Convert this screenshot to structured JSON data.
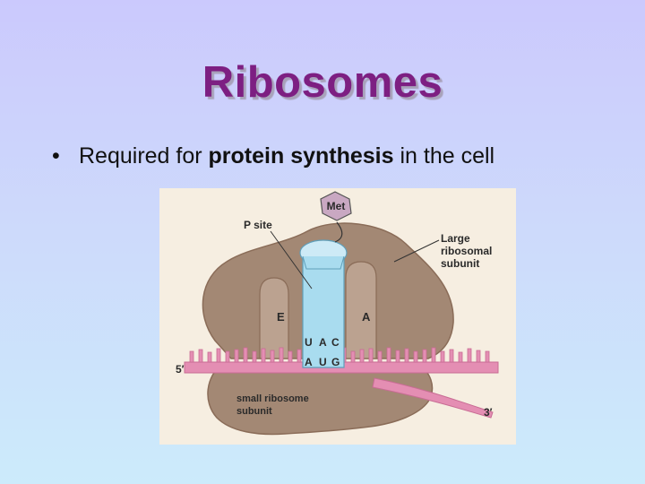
{
  "slide": {
    "title": "Ribosomes",
    "bullet": {
      "marker": "•",
      "text_before": "Required for ",
      "text_bold": "protein synthesis",
      "text_after": " in the cell"
    }
  },
  "diagram": {
    "amino_acid": "Met",
    "labels": {
      "p_site": "P site",
      "large_subunit_1": "Large",
      "large_subunit_2": "ribosomal",
      "large_subunit_3": "subunit",
      "e_site": "E",
      "a_site": "A",
      "five_prime": "5′",
      "three_prime": "3′",
      "small_subunit_1": "small ribosome",
      "small_subunit_2": "subunit"
    },
    "anticodon": [
      "U",
      "A",
      "C"
    ],
    "codon": [
      "A",
      "U",
      "G"
    ],
    "colors": {
      "title": "#7d1f82",
      "ribosome": "#a38874",
      "ribosome_shadow": "#8a6c58",
      "trna": "#a9dcef",
      "mrna": "#e48eb3",
      "figure_bg": "#f6eee1"
    }
  }
}
